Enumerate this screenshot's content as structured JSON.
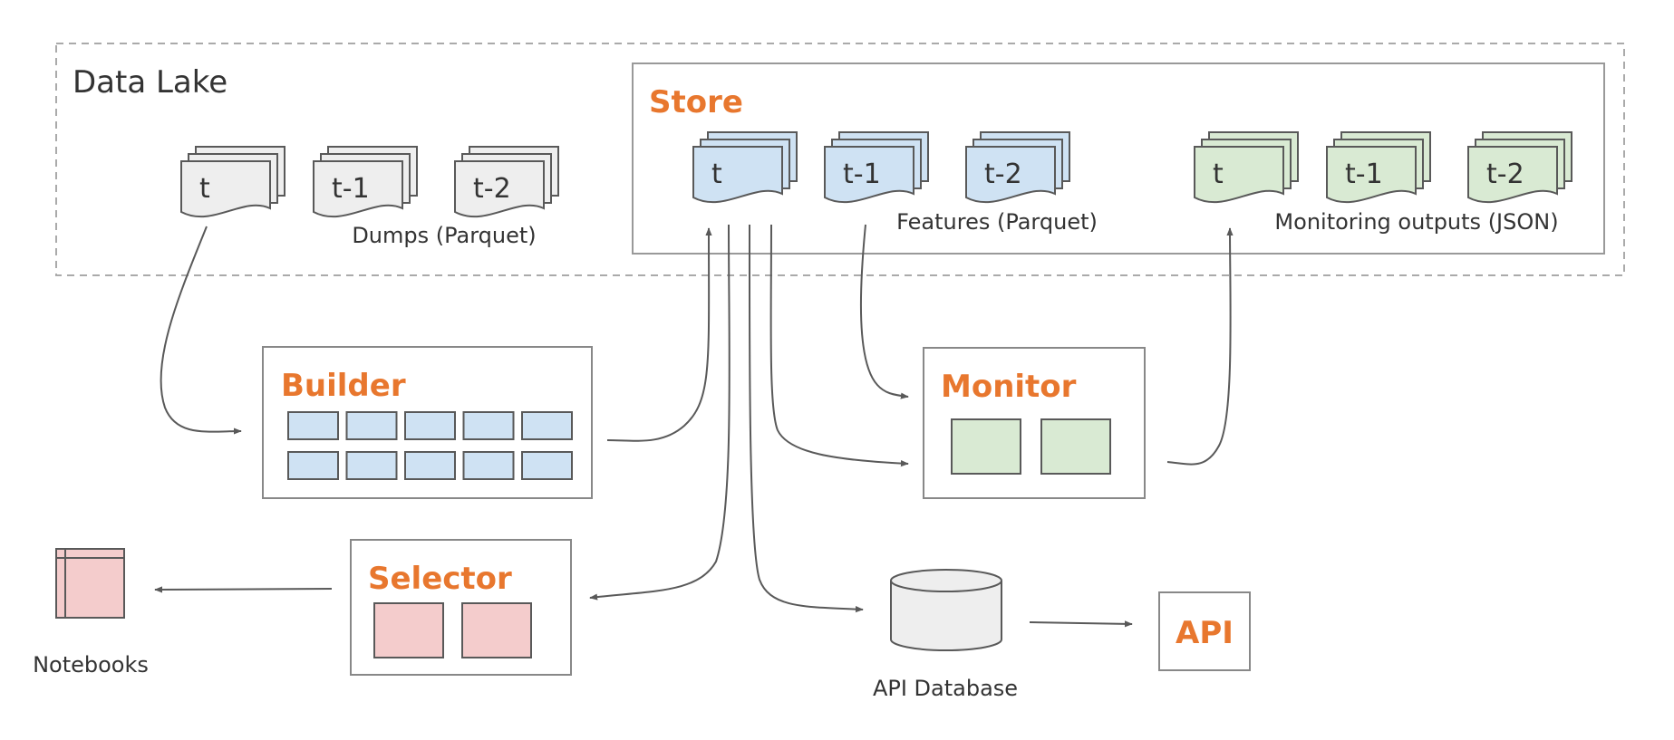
{
  "data_lake": {
    "title": "Data Lake"
  },
  "dumps": {
    "caption": "Dumps (Parquet)",
    "docs": [
      "t",
      "t-1",
      "t-2"
    ],
    "color": "#EEEEEE"
  },
  "store": {
    "title": "Store"
  },
  "features": {
    "caption": "Features (Parquet)",
    "docs": [
      "t",
      "t-1",
      "t-2"
    ],
    "color": "#CFE2F3"
  },
  "monitoring": {
    "caption": "Monitoring outputs (JSON)",
    "docs": [
      "t",
      "t-1",
      "t-2"
    ],
    "color": "#D9EAD3"
  },
  "builder": {
    "title": "Builder",
    "color": "#CFE2F3"
  },
  "monitor": {
    "title": "Monitor",
    "color": "#D9EAD3"
  },
  "selector": {
    "title": "Selector",
    "color": "#F4CCCC"
  },
  "notebooks": {
    "label": "Notebooks",
    "color": "#F4CCCC"
  },
  "api_database": {
    "label": "API Database",
    "color": "#EEEEEE"
  },
  "api": {
    "title": "API"
  },
  "colors": {
    "accent": "#E8772E",
    "stroke": "#595959",
    "border": "#888888"
  }
}
